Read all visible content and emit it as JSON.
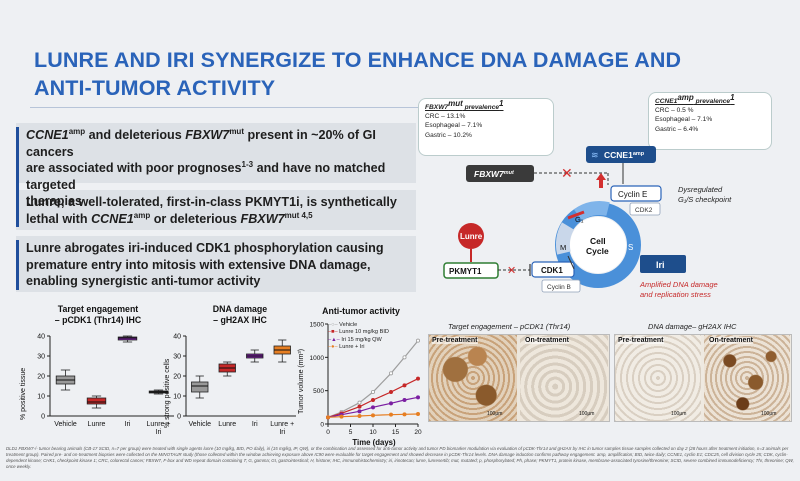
{
  "title_line1": "LUNRE AND IRI SYNERGIZE TO ENHANCE DNA DAMAGE AND",
  "title_line2": "ANTI-TUMOR ACTIVITY",
  "bullets": {
    "b1": {
      "p1": "CCNE1",
      "p1sup": "amp",
      "p2": " and deleterious ",
      "p3": "FBXW7",
      "p3sup": "mut",
      "p4": " present in ~20% of GI cancers",
      "line2a": "are associated with poor prognoses",
      "line2sup": "1-3",
      "line2b": " and have no matched targeted",
      "line3": "therapies"
    },
    "b2": {
      "l1": "Lunre, a well-tolerated, first-in-class PKMYT1i, is synthetically",
      "l2a": "lethal with ",
      "l2b": "CCNE1",
      "l2bsup": "amp",
      "l2c": " or deleterious ",
      "l2d": "FBXW7",
      "l2dsup": "mut 4,5"
    },
    "b3": {
      "l1": "Lunre abrogates iri-induced CDK1 phosphorylation causing",
      "l2": "premature entry into mitosis with extensive DNA damage,",
      "l3": "enabling synergistic anti-tumor activity"
    }
  },
  "charts": {
    "te": {
      "title1": "Target engagement",
      "title2": "– pCDK1 (Thr14) IHC",
      "ylabel": "% positive tissue",
      "yticks": [
        "0",
        "10",
        "20",
        "30",
        "40"
      ],
      "cats": [
        "Vehicle",
        "Lunre",
        "Iri",
        "Lunre +\nIri"
      ]
    },
    "dd": {
      "title1": "DNA damage",
      "title2": "– gH2AX IHC",
      "ylabel": "% strong positive cells",
      "yticks": [
        "0",
        "10",
        "20",
        "30",
        "40"
      ],
      "cats": [
        "Vehicle",
        "Lunre",
        "Iri",
        "Lunre +\nIri"
      ]
    },
    "at": {
      "title": "Anti-tumor activity",
      "ylabel": "Tumor volume (mm³)",
      "xlabel": "Time (days)",
      "yticks": [
        "0",
        "500",
        "1000",
        "1500"
      ],
      "xticks": [
        "0",
        "5",
        "10",
        "15",
        "20"
      ],
      "legend": [
        "Vehicle",
        "Lunre 10 mg/kg BID",
        "Iri 15 mg/kg QW",
        "Lunre + Iri"
      ]
    }
  },
  "chart_data": [
    {
      "type": "box",
      "title": "Target engagement – pCDK1 (Thr14) IHC",
      "ylabel": "% positive tissue",
      "ylim": [
        0,
        40
      ],
      "categories": [
        "Vehicle",
        "Lunre",
        "Iri",
        "Lunre + Iri"
      ],
      "boxes": [
        {
          "min": 13,
          "q1": 16,
          "median": 18,
          "q3": 20,
          "max": 23,
          "color": "#999999"
        },
        {
          "min": 4,
          "q1": 6,
          "median": 7,
          "q3": 9,
          "max": 10,
          "color": "#c62828"
        },
        {
          "min": 37,
          "q1": 38,
          "median": 39,
          "q3": 39.5,
          "max": 40,
          "color": "#7b1fa2"
        },
        {
          "min": 11,
          "q1": 11.5,
          "median": 12,
          "q3": 12.5,
          "max": 13,
          "color": "#222222"
        }
      ]
    },
    {
      "type": "box",
      "title": "DNA damage – gH2AX IHC",
      "ylabel": "% strong positive cells",
      "ylim": [
        0,
        40
      ],
      "categories": [
        "Vehicle",
        "Lunre",
        "Iri",
        "Lunre + Iri"
      ],
      "boxes": [
        {
          "min": 9,
          "q1": 12,
          "median": 15,
          "q3": 17,
          "max": 20,
          "color": "#999999"
        },
        {
          "min": 20,
          "q1": 22,
          "median": 24,
          "q3": 26,
          "max": 27,
          "color": "#c62828"
        },
        {
          "min": 27,
          "q1": 29,
          "median": 30,
          "q3": 31,
          "max": 33,
          "color": "#7b1fa2"
        },
        {
          "min": 27,
          "q1": 31,
          "median": 33,
          "q3": 35,
          "max": 38,
          "color": "#e67e22"
        }
      ]
    },
    {
      "type": "line",
      "title": "Anti-tumor activity",
      "xlabel": "Time (days)",
      "ylabel": "Tumor volume (mm³)",
      "xlim": [
        0,
        20
      ],
      "ylim": [
        0,
        1500
      ],
      "series": [
        {
          "name": "Vehicle",
          "color": "#9e9e9e",
          "points": [
            [
              0,
              100
            ],
            [
              3,
              180
            ],
            [
              7,
              320
            ],
            [
              10,
              480
            ],
            [
              14,
              760
            ],
            [
              17,
              1000
            ],
            [
              20,
              1250
            ]
          ]
        },
        {
          "name": "Lunre 10 mg/kg BID",
          "color": "#c62828",
          "points": [
            [
              0,
              100
            ],
            [
              3,
              160
            ],
            [
              7,
              260
            ],
            [
              10,
              360
            ],
            [
              14,
              480
            ],
            [
              17,
              580
            ],
            [
              20,
              680
            ]
          ]
        },
        {
          "name": "Iri 15 mg/kg QW",
          "color": "#7b1fa2",
          "points": [
            [
              0,
              100
            ],
            [
              3,
              140
            ],
            [
              7,
              190
            ],
            [
              10,
              250
            ],
            [
              14,
              310
            ],
            [
              17,
              360
            ],
            [
              20,
              400
            ]
          ]
        },
        {
          "name": "Lunre + Iri",
          "color": "#e67e22",
          "points": [
            [
              0,
              100
            ],
            [
              3,
              110
            ],
            [
              7,
              120
            ],
            [
              10,
              130
            ],
            [
              14,
              140
            ],
            [
              17,
              145
            ],
            [
              20,
              150
            ]
          ]
        }
      ]
    }
  ],
  "diagram": {
    "fbxw7_box_title": "FBXW7",
    "fbxw7_box_sup": "mut",
    "fbxw7_box_tail": " prevalence",
    "fbxw7_box_tsup": "1",
    "fbxw7_lines": [
      "CRC – 13.1%",
      "Esophageal – 7.1%",
      "Gastric – 10.2%"
    ],
    "ccne1_box_title": "CCNE1",
    "ccne1_box_sup": "amp",
    "ccne1_box_tail": " prevalence",
    "ccne1_box_tsup": "1",
    "ccne1_lines": [
      "CRC – 0.5 %",
      "Esophageal – 7.1%",
      "Gastric – 6.4%"
    ],
    "fbxw7_chip": "FBXW7",
    "fbxw7_chip_sup": "mut",
    "ccne1_chip": "CCNE1",
    "ccne1_chip_sup": "amp",
    "cyclin_e": "Cyclin E",
    "cdk2": "CDK2",
    "dysreg1": "Dysregulated",
    "dysreg2": "G₁/S checkpoint",
    "lunre": "Lunre",
    "pkmyt1": "PKMYT1",
    "cdk1": "CDK1",
    "cyclin_b": "Cyclin B",
    "cell": "Cell",
    "cycle": "Cycle",
    "g1": "G₁",
    "s": "S",
    "m": "M",
    "iri": "Iri",
    "amp1": "Amplified DNA damage",
    "amp2": "and replication stress"
  },
  "ihc": {
    "te_title": "Target engagement – pCDK1 (Thr14)",
    "dd_title": "DNA damage– gH2AX IHC",
    "pre": "Pre-treatment",
    "on": "On-treatment",
    "scale": "100μm"
  },
  "footnote": "DLD1 FBXW7-/- tumor bearing animals (CB-17 SCID, n=7 per group) were treated with single agents lunre (10 mg/kg, BID, PO daily), iri (15 mg/kg, IP, QW), or the combination and assessed for anti-tumor activity and tumor PD biomarker modulation via evaluation of pCDK-Thr14 and gH2AX by IHC in tumor samples tissue samples collected on day 2 (28 hours after treatment initiation, n=3 animals per treatment group). Paired pre- and on-treatment biopsies were collected on the MINOTAUR study (those collected within the window achieving exposure above IC90 were evaluable for target engagement and showed decrease in pCDK-Thr14 levels. DNA damage induction confirms pathway engagement. amp, amplification; BID, twice daily; CCNE1, cyclin E1; CDC25, cell division cycle 25; CDK, cyclin-dependent kinase; CHK1, checkpoint kinase 1; CRC, colorectal cancer; FBXW7, F-box and WD repeat domain containing 7; G, gamma; GI, gastrointestinal; H, histone; IHC, immunohistochemistry; iri, irinotecan; lunre, lunresertib; mut, mutated; p, phosphorylated; Ph, phase; PKMYT1, protein kinase, membrane-associated tyrosine/threonine; SCID, severe combined immunodeficiency; Thr, threonine; QW, once weekly."
}
